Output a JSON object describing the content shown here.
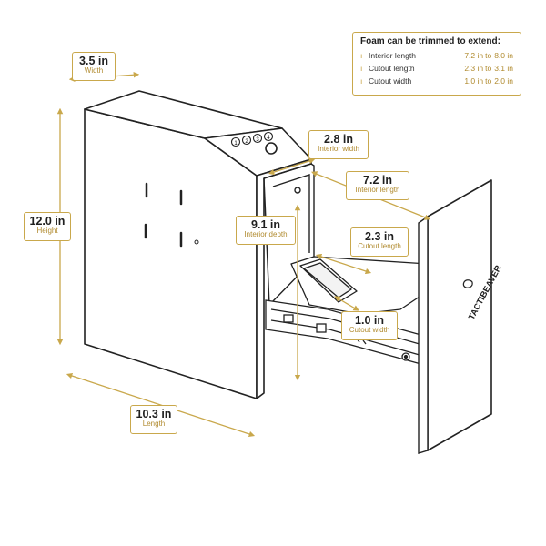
{
  "foam": {
    "title": "Foam can be trimmed to extend:",
    "rows": [
      {
        "label": "Interior length",
        "from": "7.2 in",
        "to": "8.0 in"
      },
      {
        "label": "Cutout length",
        "from": "2.3 in",
        "to": "3.1 in"
      },
      {
        "label": "Cutout width",
        "from": "1.0 in",
        "to": "2.0 in"
      }
    ],
    "to_word": "to"
  },
  "dimensions": {
    "width": {
      "value": "3.5 in",
      "label": "Width"
    },
    "height": {
      "value": "12.0 in",
      "label": "Height"
    },
    "length": {
      "value": "10.3 in",
      "label": "Length"
    },
    "interior_width": {
      "value": "2.8 in",
      "label": "Interior width"
    },
    "interior_length": {
      "value": "7.2 in",
      "label": "Interior length"
    },
    "interior_depth": {
      "value": "9.1 in",
      "label": "Interior depth"
    },
    "cutout_length": {
      "value": "2.3 in",
      "label": "Cutout length"
    },
    "cutout_width": {
      "value": "1.0 in",
      "label": "Cutout width"
    }
  },
  "keypad": {
    "keys": [
      "1",
      "2",
      "3",
      "4"
    ]
  },
  "brand": {
    "name": "TACTIBEAVER"
  },
  "colors": {
    "accent": "#c9a84c",
    "outline": "#222222",
    "body": "#ffffff"
  }
}
